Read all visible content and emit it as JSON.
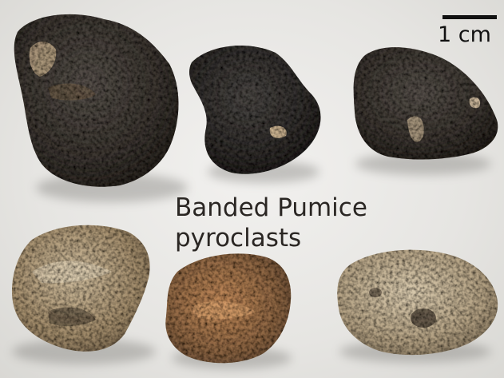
{
  "scale": {
    "label": "1 cm"
  },
  "caption": {
    "line1": "Banded Pumice",
    "line2": "pyroclasts"
  },
  "colors": {
    "background": "#e9e8e6",
    "dark_rock": "#3b3630",
    "light_rock": "#b29c7b",
    "text": "#111111"
  }
}
